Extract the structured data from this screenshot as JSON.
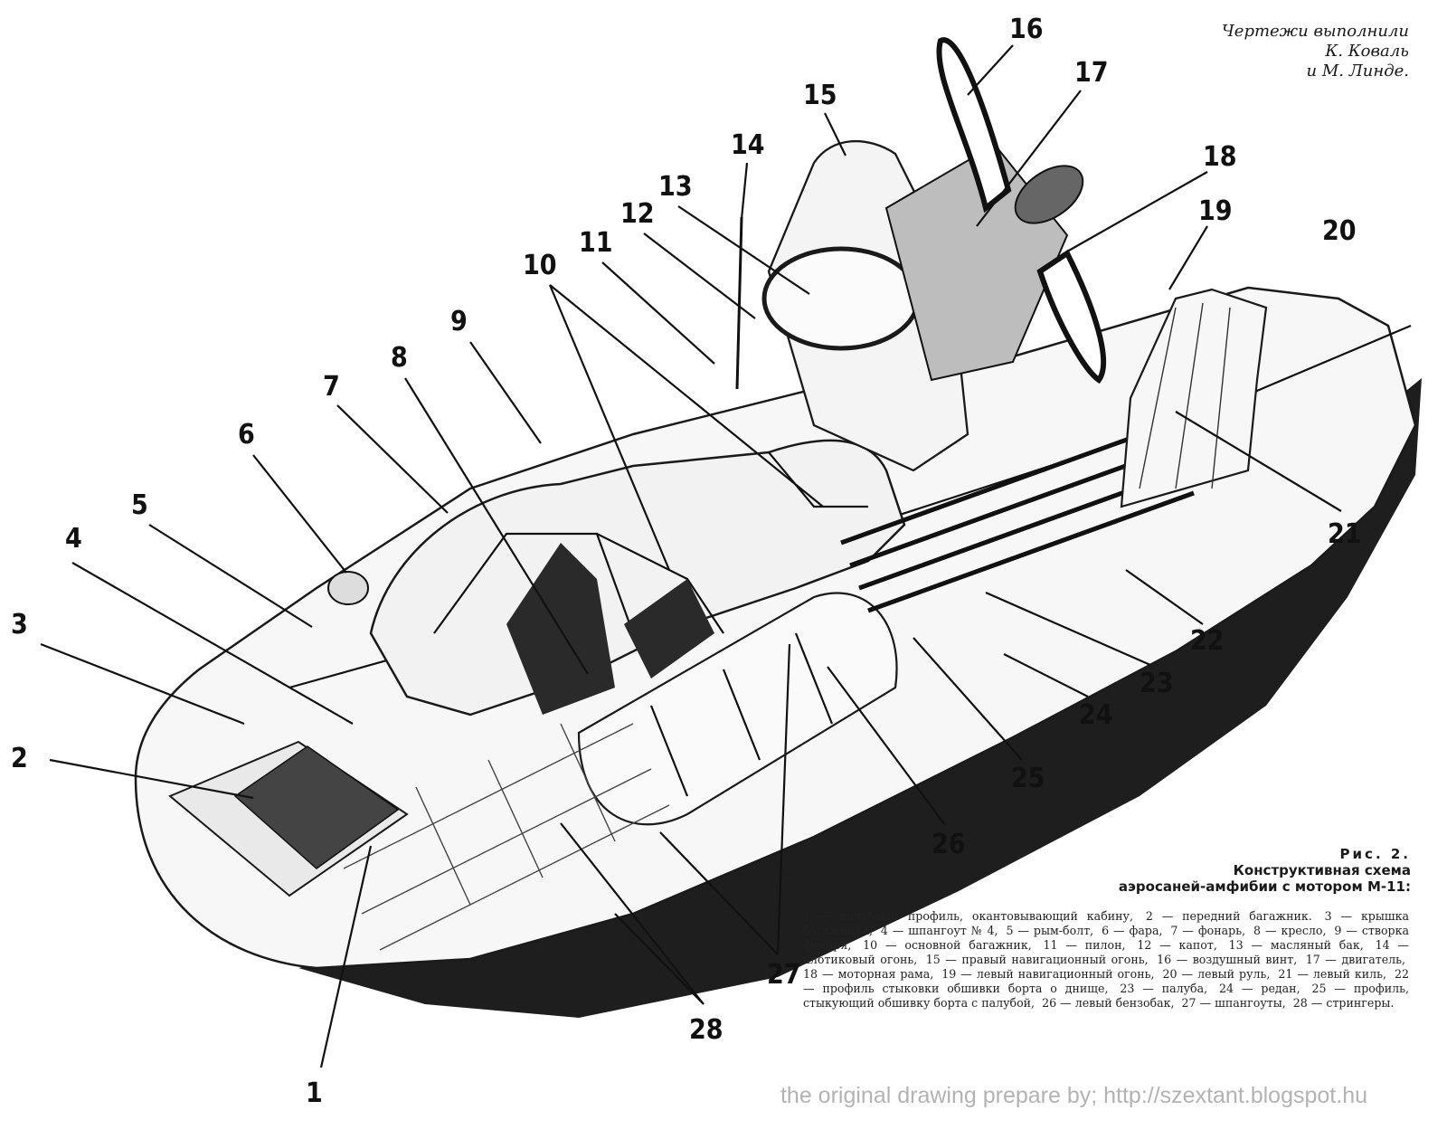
{
  "credits": [
    "Чертежи выполнили",
    "К. Коваль",
    "и М. Линде."
  ],
  "figure": {
    "label": "Рис. 2.",
    "title_lines": [
      "Конструктивная схема",
      "аэросаней-амфибии с мотором М-11:"
    ]
  },
  "legend": [
    "1 — палубный профиль, окантовывающий кабину,",
    "2 — передний багажник.",
    "3 — крышка багажника,",
    "4 — шпангоут № 4,",
    "5 — рым-болт,",
    "6 — фара,",
    "7 — фонарь,",
    "8 — кресло,",
    "9 — створка фонаря,",
    "10 — основной багажник,",
    "11 — пилон,",
    "12 — капот,",
    "13 — масляный бак,",
    "14 — клотиковый огонь,",
    "15 — правый навигационный огонь,",
    "16 — воздушный винт,",
    "17 — двигатель,",
    "18 — моторная рама,",
    "19 — левый навигационный огонь,",
    "20 — левый руль,",
    "21 — левый киль,",
    "22 — профиль стыковки обшивки борта о днище,",
    "23 — палуба,",
    "24 — редан,",
    "25 — профиль, стыкующий обшивку борта с палубой,",
    "26 — левый бензобак,",
    "27 — шпангоуты,",
    "28 — стрингеры."
  ],
  "callouts": [
    "1",
    "2",
    "3",
    "4",
    "5",
    "6",
    "7",
    "8",
    "9",
    "10",
    "11",
    "12",
    "13",
    "14",
    "15",
    "16",
    "17",
    "18",
    "19",
    "20",
    "21",
    "22",
    "23",
    "24",
    "25",
    "26",
    "27",
    "28"
  ],
  "watermark": "the original drawing prepare by; http://szextant.blogspot.hu"
}
